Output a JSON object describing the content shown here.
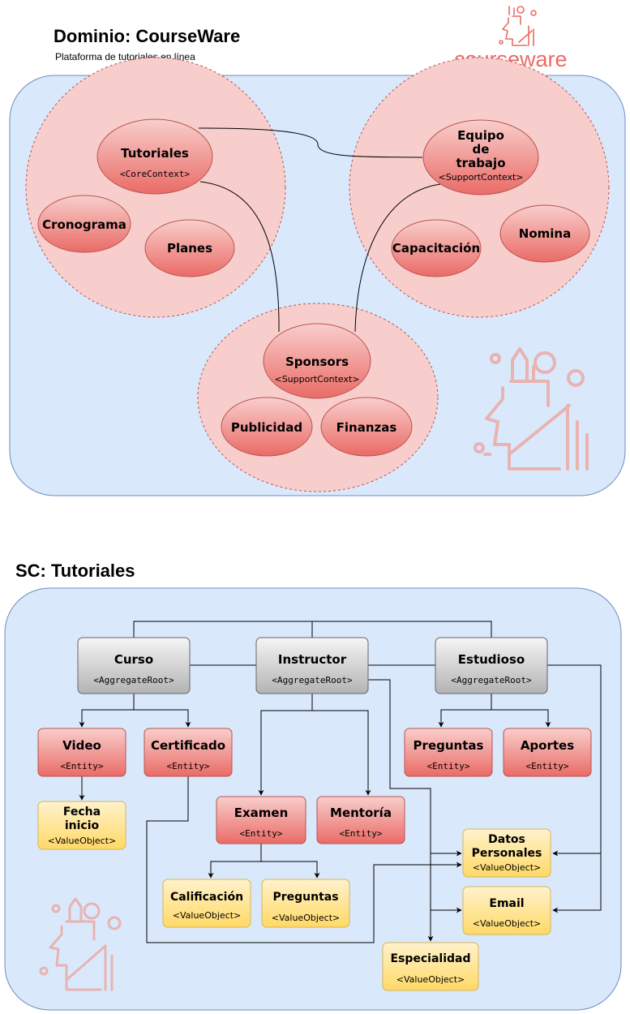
{
  "header": {
    "title": "Dominio: CourseWare",
    "subtitle": "Plataforma de tutoriales en línea",
    "brand": "courseware"
  },
  "domain": {
    "tutoriales": {
      "label": "Tutoriales",
      "stereotype": "<CoreContext>"
    },
    "cronograma": {
      "label": "Cronograma"
    },
    "planes": {
      "label": "Planes"
    },
    "equipo": {
      "label_lines": [
        "Equipo",
        "de",
        "trabajo"
      ],
      "stereotype": "<SupportContext>"
    },
    "capacitacion": {
      "label": "Capacitación"
    },
    "nomina": {
      "label": "Nomina"
    },
    "sponsors": {
      "label": "Sponsors",
      "stereotype": "<SupportContext>"
    },
    "publicidad": {
      "label": "Publicidad"
    },
    "finanzas": {
      "label": "Finanzas"
    }
  },
  "subcontext": {
    "title": "SC: Tutoriales",
    "nodes": {
      "curso": {
        "label": "Curso",
        "stereotype": "<AggregateRoot>"
      },
      "instructor": {
        "label": "Instructor",
        "stereotype": "<AggregateRoot>"
      },
      "estudioso": {
        "label": "Estudioso",
        "stereotype": "<AggregateRoot>"
      },
      "video": {
        "label": "Video",
        "stereotype": "<Entity>"
      },
      "certificado": {
        "label": "Certificado",
        "stereotype": "<Entity>"
      },
      "preguntas_e": {
        "label": "Preguntas",
        "stereotype": "<Entity>"
      },
      "aportes": {
        "label": "Aportes",
        "stereotype": "<Entity>"
      },
      "examen": {
        "label": "Examen",
        "stereotype": "<Entity>"
      },
      "mentoria": {
        "label": "Mentoría",
        "stereotype": "<Entity>"
      },
      "fecha_inicio": {
        "label_lines": [
          "Fecha",
          "inicio"
        ],
        "stereotype": "<ValueObject>"
      },
      "datos_personales": {
        "label_lines": [
          "Datos",
          "Personales"
        ],
        "stereotype": "<ValueObject>"
      },
      "email": {
        "label": "Email",
        "stereotype": "<ValueObject>"
      },
      "calificacion": {
        "label": "Calificación",
        "stereotype": "<ValueObject>"
      },
      "preguntas_vo": {
        "label": "Preguntas",
        "stereotype": "<ValueObject>"
      },
      "especialidad": {
        "label": "Especialidad",
        "stereotype": "<ValueObject>"
      }
    }
  },
  "colors": {
    "panel_fill": "#dae8fc",
    "panel_stroke": "#6c8ebf",
    "context_fill": "#f8cecc",
    "context_stroke": "#b85450",
    "entity_top": "#f8cecc",
    "entity_bottom": "#ea6b66",
    "root_top": "#f5f5f5",
    "root_bottom": "#b3b3b3",
    "vo_top": "#fff2cc",
    "vo_bottom": "#ffd966",
    "brand": "#ea6b66",
    "watermark": "#e8b3b0"
  }
}
